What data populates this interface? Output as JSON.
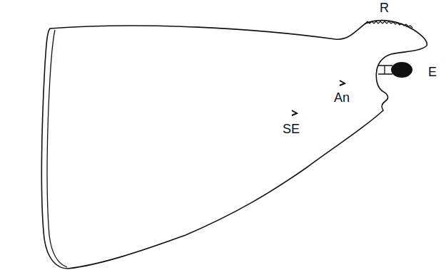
{
  "diagram": {
    "labels": [
      "R",
      "E",
      "An",
      "SE"
    ]
  }
}
